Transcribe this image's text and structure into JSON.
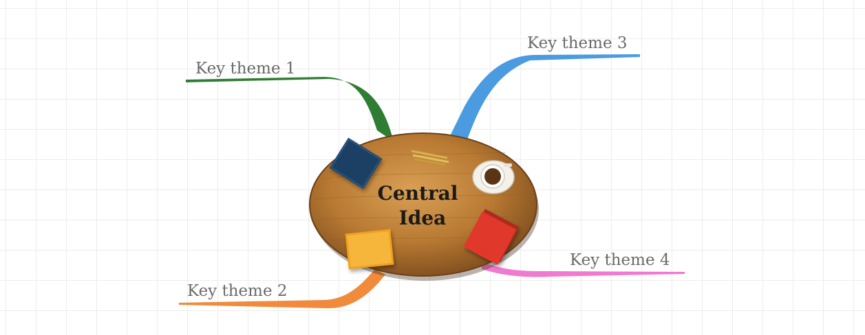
{
  "central_idea": {
    "line1": "Central",
    "line2": "Idea"
  },
  "branches": [
    {
      "label": "Key theme 1",
      "color": "#2f7d32"
    },
    {
      "label": "Key theme 2",
      "color": "#f28a3c"
    },
    {
      "label": "Key theme 3",
      "color": "#4a9be0"
    },
    {
      "label": "Key theme 4",
      "color": "#f07ad0"
    }
  ],
  "decorations": {
    "navy_book": "#1f3f63",
    "yellow_book": "#f0a21a",
    "red_book": "#e0392b",
    "table_wood": "#c98a3a"
  }
}
